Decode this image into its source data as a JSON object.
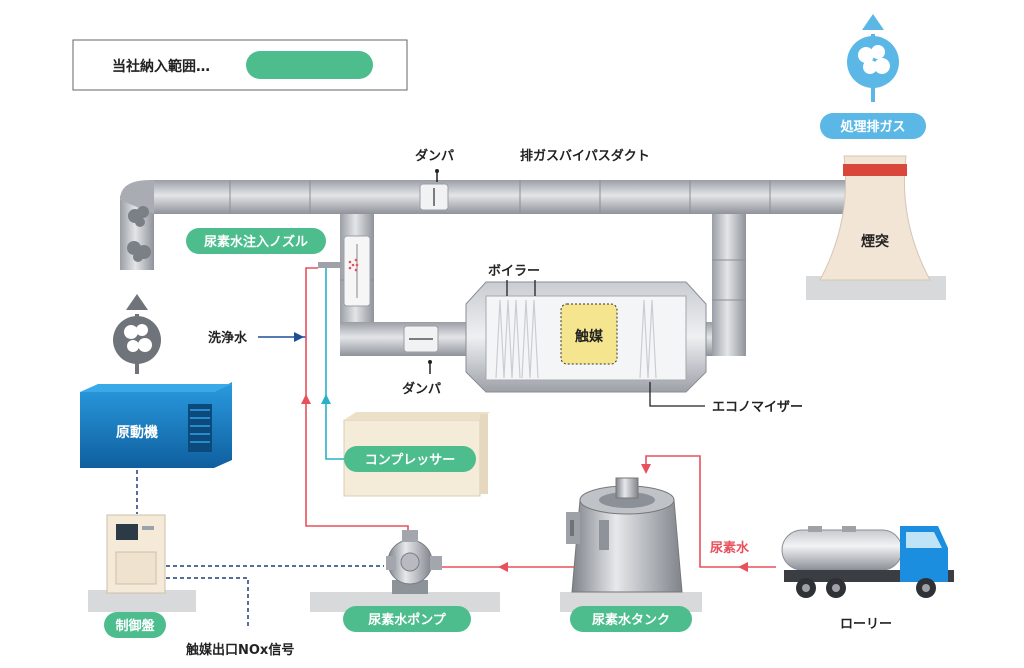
{
  "legend": {
    "label": "当社納入範囲…",
    "swatch_color": "#4dbd8e"
  },
  "labels": {
    "exhaust_treated": "処理排ガス",
    "stack": "煙突",
    "damper_top": "ダンパ",
    "bypass_duct": "排ガスバイパスダクト",
    "urea_nozzle": "尿素水注入ノズル",
    "boiler": "ボイラー",
    "catalyst": "触媒",
    "wash_water": "洗浄水",
    "damper_bottom": "ダンパ",
    "economizer": "エコノマイザー",
    "prime_mover": "原動機",
    "compressor": "コンプレッサー",
    "urea_water": "尿素水",
    "control_panel": "制御盤",
    "urea_pump": "尿素水ポンプ",
    "urea_tank": "尿素水タンク",
    "lorry": "ローリー",
    "nox_signal": "触媒出口NOx信号"
  },
  "colors": {
    "scope_green": "#4dbd8e",
    "exhaust_blue": "#5bb8e6",
    "urea_red": "#e8505b",
    "wash_blue": "#1f4f99",
    "air_cyan": "#2ab0c8",
    "signal_navy": "#1f3f7a",
    "duct_gray": "#b8bcc2",
    "stack_beige": "#f3e5d5",
    "stack_band": "#d9473a",
    "engine_blue": "#1b7fc4",
    "catalyst_yellow": "#f4e58e"
  }
}
